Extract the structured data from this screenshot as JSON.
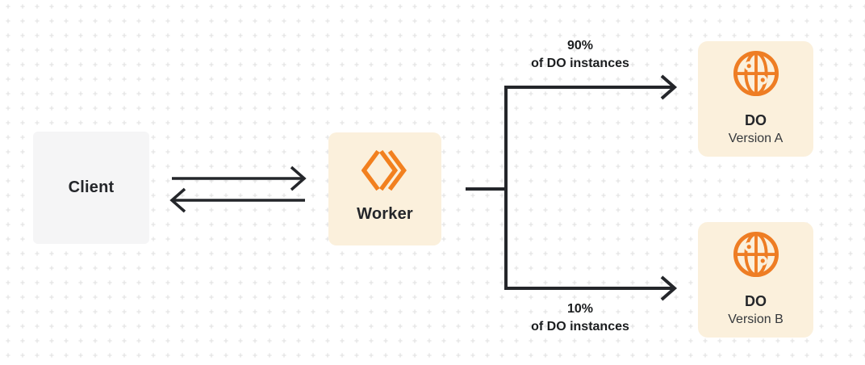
{
  "diagram": {
    "nodes": {
      "client": {
        "label": "Client"
      },
      "worker": {
        "label": "Worker"
      },
      "do_version_a": {
        "title": "DO",
        "subtitle": "Version A"
      },
      "do_version_b": {
        "title": "DO",
        "subtitle": "Version B"
      }
    },
    "edges": {
      "client_worker": {
        "type": "bidirectional-arrows"
      },
      "worker_to_do_a": {
        "label_line1": "90%",
        "label_line2": "of DO instances"
      },
      "worker_to_do_b": {
        "label_line1": "10%",
        "label_line2": "of DO instances"
      }
    },
    "icons": {
      "worker": "cloudflare-workers-icon",
      "durable_object": "globe-icon"
    },
    "colors": {
      "accent_orange": "#EE7D24",
      "cream_box": "#FBF0DC",
      "gray_box": "#F5F5F6",
      "connector_dark": "#24262A",
      "dot_grid": "#E4E4E4",
      "background": "#FFFFFF"
    }
  }
}
